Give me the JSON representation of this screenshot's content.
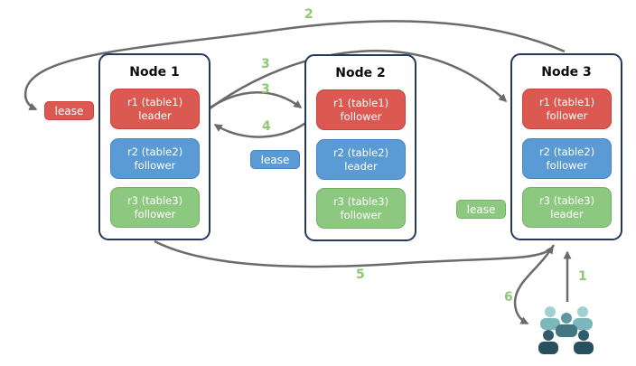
{
  "diagram_title": "range replicas, leaders and leases across three nodes",
  "colors": {
    "background": "#ffffff",
    "node_border": "#24395e",
    "replica_red": "#dc5952",
    "replica_blue": "#5b9bd5",
    "replica_green": "#8cc87f",
    "arrow_gray": "#6b6b6b",
    "flow_label_green": "#8fc873",
    "users_light_teal": "#7cb8bb",
    "users_medium_teal": "#417683",
    "users_dark_slate": "#27505f"
  },
  "nodes": [
    {
      "title": "Node 1",
      "replicas": [
        {
          "name": "r1 (table1)",
          "role": "leader",
          "color": "red"
        },
        {
          "name": "r2 (table2)",
          "role": "follower",
          "color": "blue"
        },
        {
          "name": "r3 (table3)",
          "role": "follower",
          "color": "green"
        }
      ]
    },
    {
      "title": "Node 2",
      "replicas": [
        {
          "name": "r1 (table1)",
          "role": "follower",
          "color": "red"
        },
        {
          "name": "r2 (table2)",
          "role": "leader",
          "color": "blue"
        },
        {
          "name": "r3 (table3)",
          "role": "follower",
          "color": "green"
        }
      ]
    },
    {
      "title": "Node 3",
      "replicas": [
        {
          "name": "r1 (table1)",
          "role": "follower",
          "color": "red"
        },
        {
          "name": "r2 (table2)",
          "role": "follower",
          "color": "blue"
        },
        {
          "name": "r3 (table3)",
          "role": "leader",
          "color": "green"
        }
      ]
    }
  ],
  "leases": [
    {
      "label": "lease",
      "color": "red"
    },
    {
      "label": "lease",
      "color": "blue"
    },
    {
      "label": "lease",
      "color": "green"
    }
  ],
  "flow_labels": [
    {
      "text": "2"
    },
    {
      "text": "3"
    },
    {
      "text": "3"
    },
    {
      "text": "4"
    },
    {
      "text": "5"
    },
    {
      "text": "1"
    },
    {
      "text": "6"
    }
  ],
  "icons": {
    "users_icon": "users-icon"
  }
}
